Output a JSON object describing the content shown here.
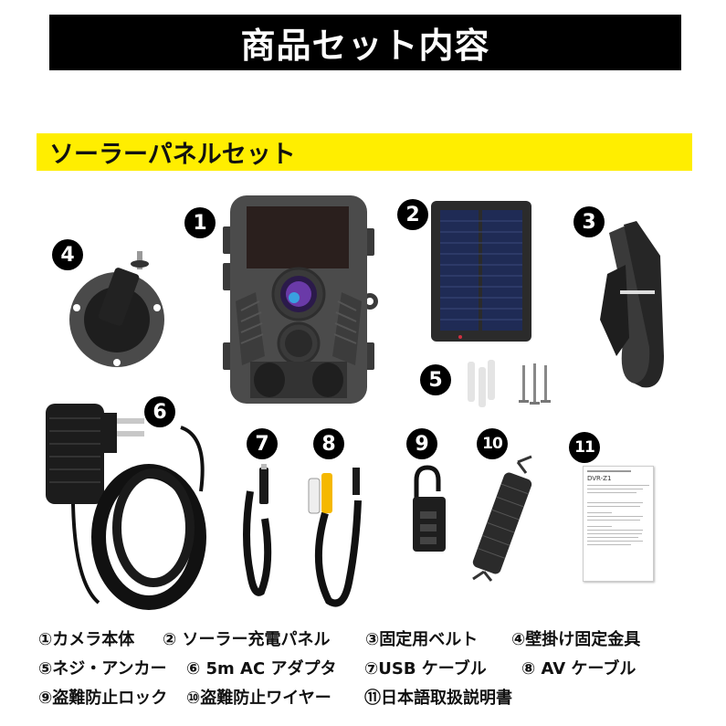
{
  "header": {
    "title": "商品セット内容",
    "title_bg": "#000000",
    "title_color": "#ffffff"
  },
  "section": {
    "label": "ソーラーパネルセット",
    "bg": "#ffee00"
  },
  "items": [
    {
      "number": "1",
      "name": "camera-body",
      "label": "①カメラ本体"
    },
    {
      "number": "2",
      "name": "solar-panel",
      "label": "② ソーラー充電パネル"
    },
    {
      "number": "3",
      "name": "fixing-belt",
      "label": "③固定用ベルト"
    },
    {
      "number": "4",
      "name": "wall-mount-bracket",
      "label": "④壁掛け固定金具"
    },
    {
      "number": "5",
      "name": "screws-anchors",
      "label": "⑤ネジ・アンカー"
    },
    {
      "number": "6",
      "name": "ac-adapter",
      "label": "⑥ 5m AC アダプタ"
    },
    {
      "number": "7",
      "name": "usb-cable",
      "label": "⑦USB ケーブル"
    },
    {
      "number": "8",
      "name": "av-cable",
      "label": "⑧ AV ケーブル"
    },
    {
      "number": "9",
      "name": "anti-theft-lock",
      "label": "⑨盗難防止ロック"
    },
    {
      "number": "10",
      "name": "anti-theft-wire",
      "label": "⑩盗難防止ワイヤー"
    },
    {
      "number": "11",
      "name": "manual",
      "label": "⑪日本語取扱説明書"
    }
  ],
  "manual": {
    "model_text": "DVR-Z1"
  }
}
